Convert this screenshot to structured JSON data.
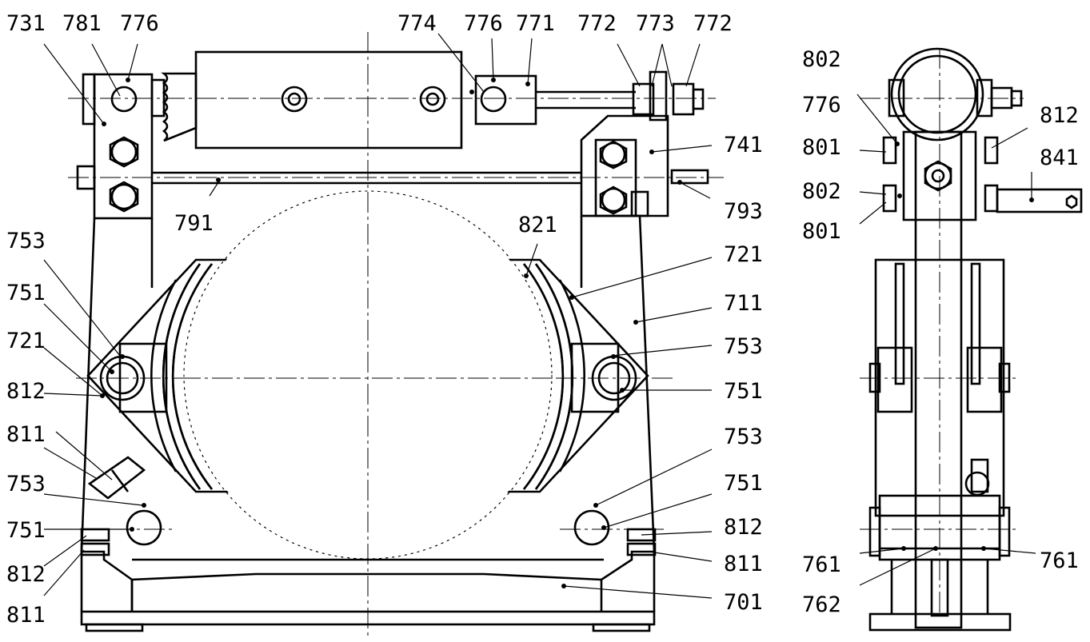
{
  "callouts": [
    {
      "id": "c1",
      "text": "731"
    },
    {
      "id": "c2",
      "text": "781"
    },
    {
      "id": "c3",
      "text": "776"
    },
    {
      "id": "c4",
      "text": "774"
    },
    {
      "id": "c5",
      "text": "776"
    },
    {
      "id": "c6",
      "text": "771"
    },
    {
      "id": "c7",
      "text": "772"
    },
    {
      "id": "c8",
      "text": "773"
    },
    {
      "id": "c9",
      "text": "772"
    },
    {
      "id": "c10",
      "text": "741"
    },
    {
      "id": "c11",
      "text": "793"
    },
    {
      "id": "c12",
      "text": "791"
    },
    {
      "id": "c13",
      "text": "821"
    },
    {
      "id": "c14",
      "text": "721"
    },
    {
      "id": "c15",
      "text": "711"
    },
    {
      "id": "c16",
      "text": "753"
    },
    {
      "id": "c17",
      "text": "751"
    },
    {
      "id": "c18",
      "text": "753"
    },
    {
      "id": "c19",
      "text": "751"
    },
    {
      "id": "c20",
      "text": "812"
    },
    {
      "id": "c21",
      "text": "811"
    },
    {
      "id": "c22",
      "text": "701"
    },
    {
      "id": "c23",
      "text": "753"
    },
    {
      "id": "c24",
      "text": "751"
    },
    {
      "id": "c25",
      "text": "721"
    },
    {
      "id": "c26",
      "text": "812"
    },
    {
      "id": "c27",
      "text": "811"
    },
    {
      "id": "c28",
      "text": "753"
    },
    {
      "id": "c29",
      "text": "751"
    },
    {
      "id": "c30",
      "text": "812"
    },
    {
      "id": "c31",
      "text": "811"
    },
    {
      "id": "c32",
      "text": "802"
    },
    {
      "id": "c33",
      "text": "776"
    },
    {
      "id": "c34",
      "text": "812"
    },
    {
      "id": "c35",
      "text": "801"
    },
    {
      "id": "c36",
      "text": "841"
    },
    {
      "id": "c37",
      "text": "802"
    },
    {
      "id": "c38",
      "text": "801"
    },
    {
      "id": "c39",
      "text": "761"
    },
    {
      "id": "c40",
      "text": "761"
    },
    {
      "id": "c41",
      "text": "762"
    }
  ]
}
